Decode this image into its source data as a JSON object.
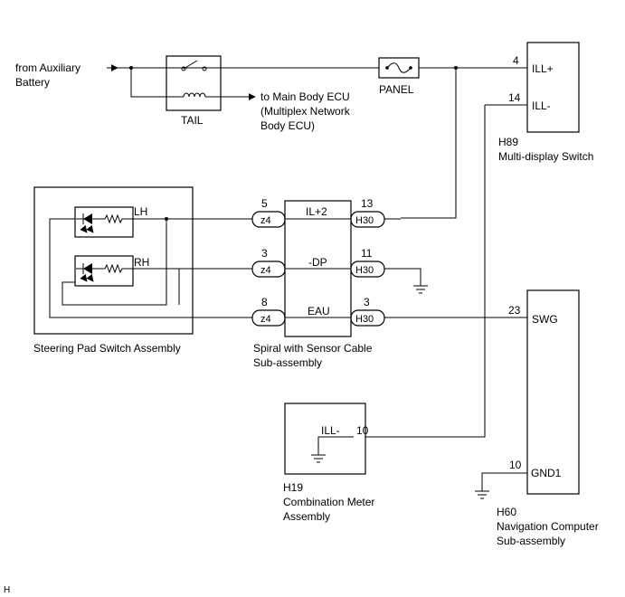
{
  "source": {
    "line1": "from Auxiliary",
    "line2": "Battery"
  },
  "relay": {
    "label": "TAIL"
  },
  "main_body_ecu": {
    "line1": "to Main Body ECU",
    "line2": "(Multiplex Network",
    "line3": "Body ECU)"
  },
  "fuse": {
    "label": "PANEL"
  },
  "h89": {
    "code": "H89",
    "name": "Multi-display Switch",
    "pins": [
      {
        "num": "4",
        "name": "ILL+"
      },
      {
        "num": "14",
        "name": "ILL-"
      }
    ]
  },
  "steering_pad": {
    "name": "Steering Pad Switch Assembly",
    "lh": "LH",
    "rh": "RH"
  },
  "spiral": {
    "line1": "Spiral with Sensor Cable",
    "line2": "Sub-assembly",
    "rows": [
      {
        "left_pin": "5",
        "left_conn": "z4",
        "signal": "IL+2",
        "right_pin": "13",
        "right_conn": "H30"
      },
      {
        "left_pin": "3",
        "left_conn": "z4",
        "signal": "-DP",
        "right_pin": "11",
        "right_conn": "H30"
      },
      {
        "left_pin": "8",
        "left_conn": "z4",
        "signal": "EAU",
        "right_pin": "3",
        "right_conn": "H30"
      }
    ]
  },
  "h19": {
    "code": "H19",
    "line1": "Combination Meter",
    "line2": "Assembly",
    "pin": "10",
    "pin_name": "ILL-"
  },
  "h60": {
    "code": "H60",
    "line1": "Navigation Computer",
    "line2": "Sub-assembly",
    "pins": [
      {
        "num": "23",
        "name": "SWG"
      },
      {
        "num": "10",
        "name": "GND1"
      }
    ]
  },
  "corner_mark": "H"
}
